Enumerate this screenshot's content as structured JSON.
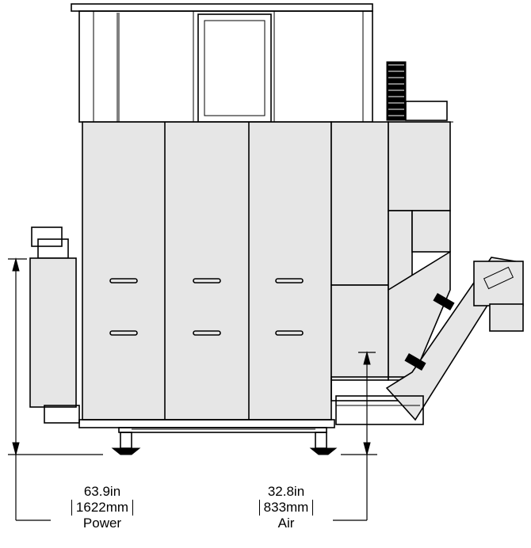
{
  "dimensions": {
    "power": {
      "imperial": "63.9in",
      "metric": "1622mm",
      "name": "Power"
    },
    "air": {
      "imperial": "32.8in",
      "metric": "833mm",
      "name": "Air"
    }
  }
}
